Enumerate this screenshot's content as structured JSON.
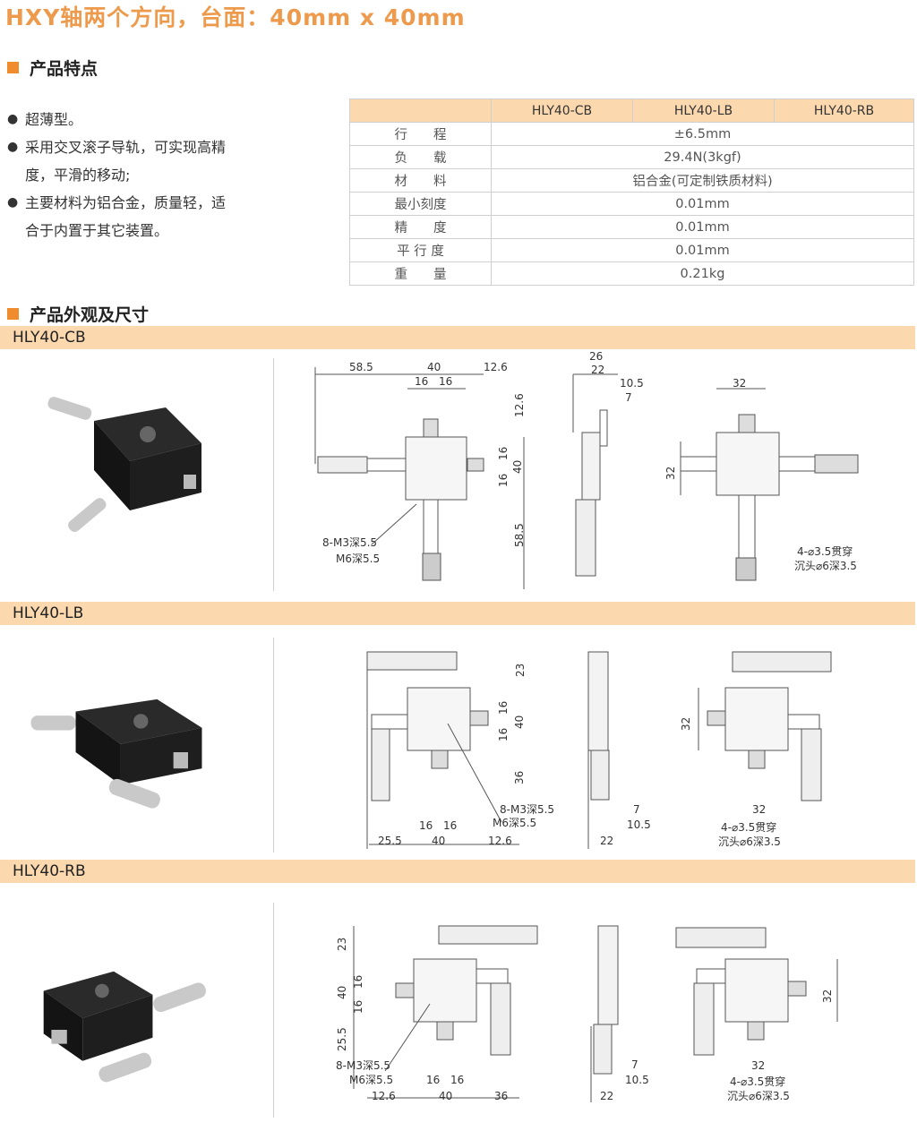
{
  "title": "HXY轴两个方向，台面：40mm x 40mm",
  "features": {
    "heading": "产品特点",
    "items": [
      [
        "超薄型。"
      ],
      [
        "采用交叉滚子导轨，可实现高精",
        "度，平滑的移动;"
      ],
      [
        "主要材料为铝合金，质量轻，适",
        "合于内置于其它装置。"
      ]
    ]
  },
  "spec_table": {
    "columns": [
      "HLY40-CB",
      "HLY40-LB",
      "HLY40-RB"
    ],
    "rows": [
      {
        "label": "行　　程",
        "value": "±6.5mm"
      },
      {
        "label": "负　　载",
        "value": "29.4N(3kgf)"
      },
      {
        "label": "材　　料",
        "value": "铝合金(可定制铁质材料)"
      },
      {
        "label": "最小刻度",
        "value": "0.01mm"
      },
      {
        "label": "精　　度",
        "value": "0.01mm"
      },
      {
        "label": "平 行 度",
        "value": "0.01mm"
      },
      {
        "label": "重　　量",
        "value": "0.21kg"
      }
    ]
  },
  "appearance": {
    "heading": "产品外观及尺寸"
  },
  "models": [
    {
      "name": "HLY40-CB",
      "front_dims": [
        "58.5",
        "40",
        "12.6",
        "16",
        "16",
        "12.6",
        "16",
        "16",
        "40",
        "58.5",
        "8-M3深5.5",
        "M6深5.5"
      ],
      "side_dims": [
        "26",
        "22",
        "10.5",
        "7"
      ],
      "bottom_dims": [
        "32",
        "32",
        "4-⌀3.5贯穿",
        "沉头⌀6深3.5"
      ]
    },
    {
      "name": "HLY40-LB",
      "front_dims": [
        "23",
        "16",
        "16",
        "40",
        "36",
        "8-M3深5.5",
        "M6深5.5",
        "16",
        "16",
        "25.5",
        "40",
        "12.6"
      ],
      "side_dims": [
        "7",
        "10.5",
        "22"
      ],
      "bottom_dims": [
        "32",
        "32",
        "4-⌀3.5贯穿",
        "沉头⌀6深3.5"
      ]
    },
    {
      "name": "HLY40-RB",
      "front_dims": [
        "23",
        "16",
        "40",
        "16",
        "25.5",
        "8-M3深5.5",
        "M6深5.5",
        "16",
        "16",
        "12.6",
        "40",
        "36"
      ],
      "side_dims": [
        "7",
        "10.5",
        "22"
      ],
      "bottom_dims": [
        "32",
        "32",
        "4-⌀3.5贯穿",
        "沉头⌀6深3.5"
      ]
    }
  ]
}
